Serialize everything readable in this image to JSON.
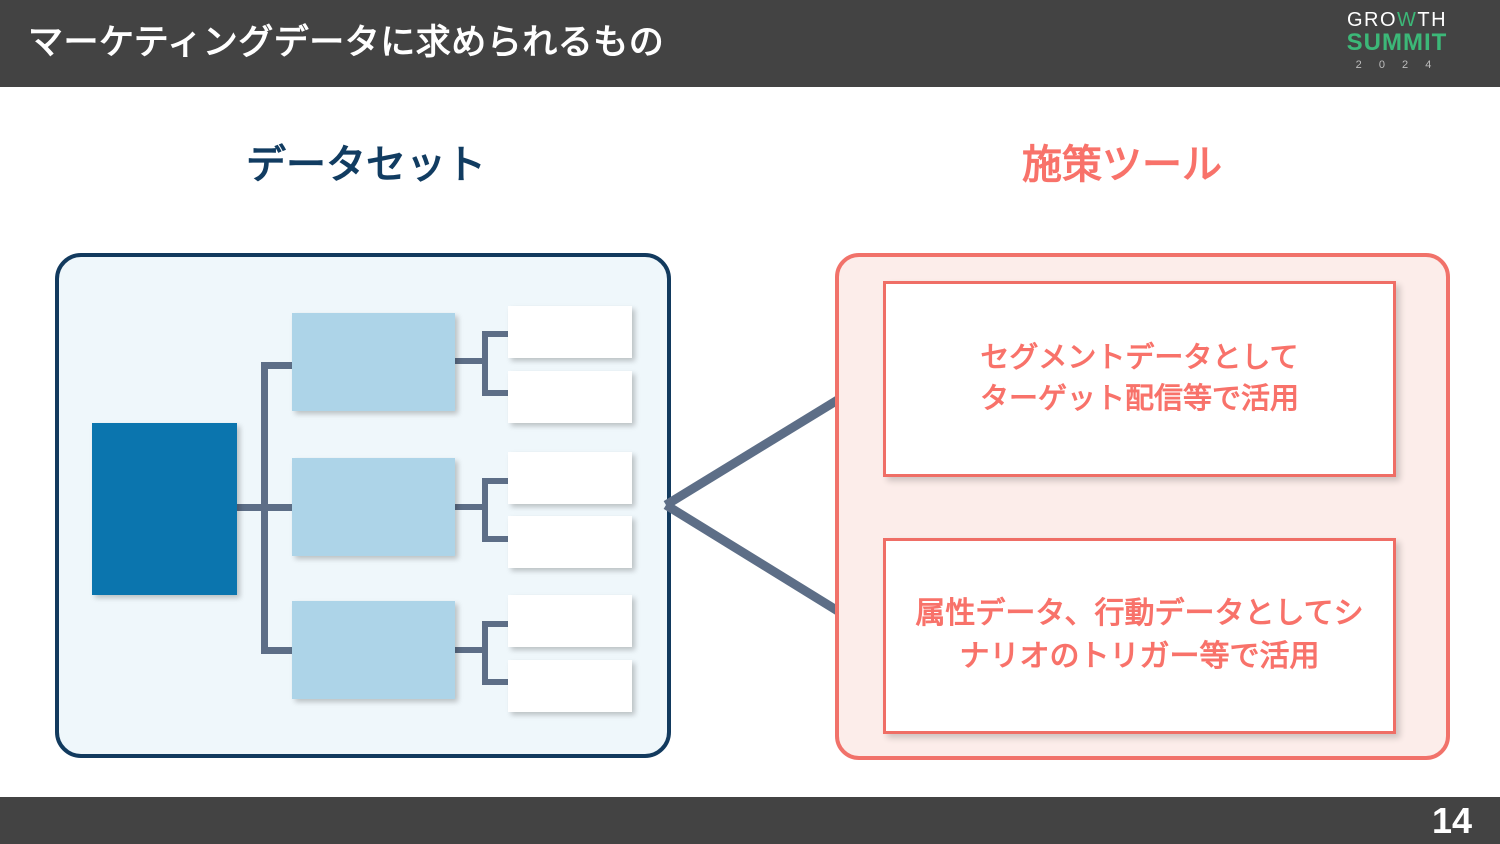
{
  "header": {
    "title": "マーケティングデータに求められるもの",
    "background_color": "#434343",
    "logo": {
      "line1_a": "GRO",
      "line1_w": "W",
      "line1_b": "TH",
      "line2": "SUMMIT",
      "line3": "2 0 2 4",
      "accent_color": "#3CB878"
    }
  },
  "sections": {
    "left": {
      "heading": "データセット",
      "heading_color": "#113C61",
      "panel_border_color": "#123A5E",
      "panel_fill_color": "#EFF7FB",
      "diagram": {
        "type": "tree",
        "root": {
          "label": "",
          "color": "#0B75AE"
        },
        "branches": [
          {
            "label": "",
            "color": "#ADD4E8",
            "leaves": [
              {
                "label": ""
              },
              {
                "label": ""
              }
            ]
          },
          {
            "label": "",
            "color": "#ADD4E8",
            "leaves": [
              {
                "label": ""
              },
              {
                "label": ""
              }
            ]
          },
          {
            "label": "",
            "color": "#ADD4E8",
            "leaves": [
              {
                "label": ""
              },
              {
                "label": ""
              }
            ]
          }
        ],
        "connector_color": "#5D6E87"
      }
    },
    "right": {
      "heading": "施策ツール",
      "heading_color": "#F8726A",
      "panel_border_color": "#F1726A",
      "panel_fill_color": "#FCEDEA",
      "cards": [
        {
          "text": "セグメントデータとして\nターゲット配信等で活用"
        },
        {
          "text": "属性データ、行動データとしてシ\nナリオのトリガー等で活用"
        }
      ]
    }
  },
  "arrows": {
    "color": "#5D6E87",
    "count": 2,
    "from_label": "データセット",
    "to_labels": [
      "セグメントデータとして ターゲット配信等で活用",
      "属性データ、行動データとしてシナリオのトリガー等で活用"
    ]
  },
  "footer": {
    "page_number": "14",
    "background_color": "#434343"
  }
}
